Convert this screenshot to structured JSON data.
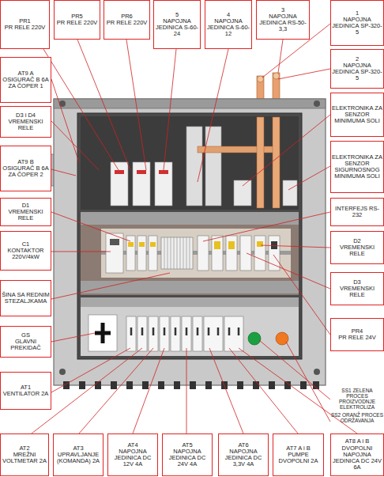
{
  "diagram": {
    "nodes": [
      {
        "text": [
          "PR1",
          "PR RELE 220V"
        ]
      },
      {
        "text": [
          "PR5",
          "PR RELE 220V"
        ]
      },
      {
        "text": [
          "PR6",
          "PR RELE 220V"
        ]
      },
      {
        "text": [
          "5",
          "NAPOJNA JEDINICA S-60-24"
        ]
      },
      {
        "text": [
          "4",
          "NAPOJNA JEDINICA S-60-12"
        ]
      },
      {
        "text": [
          "3",
          "NAPOJNA JEDINICA RS-50-3,3"
        ]
      },
      {
        "text": [
          "1",
          "NAPOJNA JEDINICA SP-320-5"
        ]
      },
      {
        "text": [
          "AT9 A",
          "OSIGURAČ B 6A ZA ČOPER 1"
        ]
      },
      {
        "text": [
          "D3 i D4",
          "VREMENSKI RELE"
        ]
      },
      {
        "text": [
          "AT9 B",
          "OSIGURAČ B 6A ZA ČOPER 2"
        ]
      },
      {
        "text": [
          "D1",
          "VREMENSKI RELE"
        ]
      },
      {
        "text": [
          "C1",
          "KONTAKTOR 220V/4kW"
        ]
      },
      {
        "text": [
          "ŠINA SA REDNIM STEZALJKAMA"
        ]
      },
      {
        "text": [
          "GS",
          "GLAVNI PREKIDAČ"
        ]
      },
      {
        "text": [
          "AT1",
          "VENTILATOR 2A"
        ]
      },
      {
        "text": [
          "AT2",
          "MREŽNI VOLTMETAR 2A"
        ]
      },
      {
        "text": [
          "2",
          "NAPOJNA JEDINICA SP-320-5"
        ]
      },
      {
        "text": [
          "ELEKTRONIKA ZA SENZOR MINIMUMA SOLI"
        ]
      },
      {
        "text": [
          "ELEKTRONIKA ZA SENZOR SIGURNOSNOG MINIMUMA SOLI"
        ]
      },
      {
        "text": [
          "INTERFEJS RS-232"
        ]
      },
      {
        "text": [
          "D2",
          "VREMENSKI RELE"
        ]
      },
      {
        "text": [
          "D3",
          "VREMENSKI RELE"
        ]
      },
      {
        "text": [
          "PR4",
          "PR RELE 24V"
        ]
      },
      {
        "text": [
          "AT3",
          "UPRAVLJANJE (KOMANDA) 2A"
        ]
      },
      {
        "text": [
          "AT4",
          "NAPOJNA JEDINICA DC 12V 4A"
        ]
      },
      {
        "text": [
          "AT5",
          "NAPOJNA JEDINICA DC 24V 4A"
        ]
      },
      {
        "text": [
          "AT6",
          "NAPOJNA JEDINICA DC 3,3V 4A"
        ]
      },
      {
        "text": [
          "AT7 A i B",
          "PUMPE DVOPOLNI 2A"
        ]
      },
      {
        "text": [
          "AT8 A i B",
          "DVOPOLNI NAPOJNA JEDINICA DC 24V 6A"
        ]
      }
    ],
    "labels": [
      "SS1 ZELENA PROCES PROIZVODNJE ELEKTROLIZA",
      "SS2 ORANŽ PROCES ODRŽAVANJA"
    ]
  }
}
